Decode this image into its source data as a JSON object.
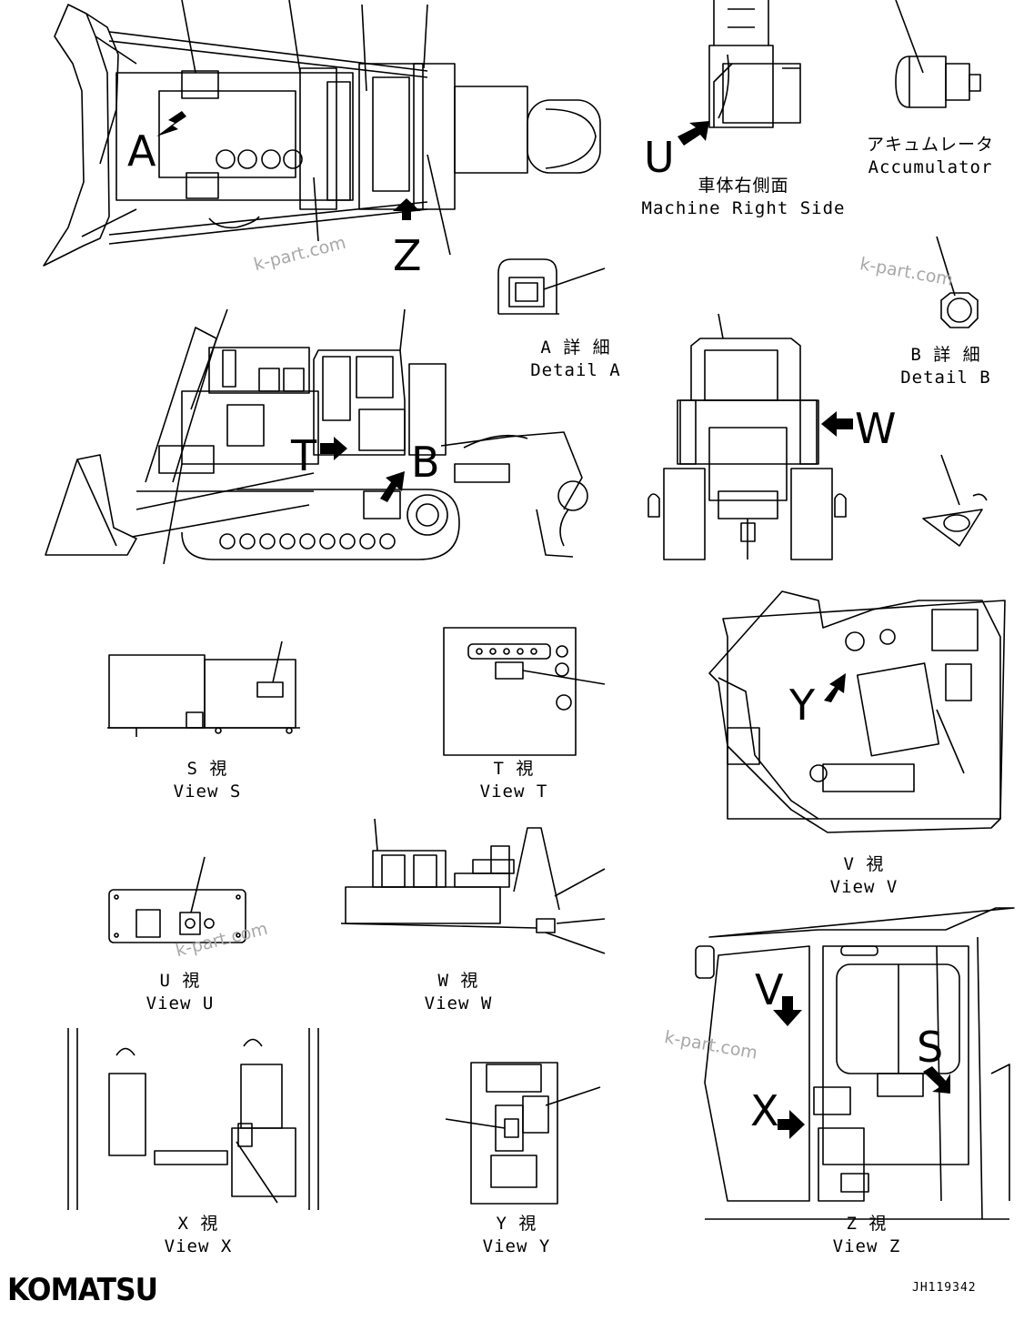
{
  "brand": "KOMATSU",
  "drawing_code": "JH119342",
  "watermark": "k-part.com",
  "views": {
    "machine_right_side": {
      "jp": "車体右側面",
      "en": "Machine Right Side"
    },
    "accumulator": {
      "jp": "アキュムレータ",
      "en": "Accumulator"
    },
    "detail_a": {
      "jp": "A 詳 細",
      "en": "Detail A"
    },
    "detail_b": {
      "jp": "B 詳 細",
      "en": "Detail B"
    },
    "view_s": {
      "jp": "S 視",
      "en": "View S"
    },
    "view_t": {
      "jp": "T 視",
      "en": "View T"
    },
    "view_u": {
      "jp": "U 視",
      "en": "View U"
    },
    "view_w": {
      "jp": "W 視",
      "en": "View W"
    },
    "view_v": {
      "jp": "V 視",
      "en": "View V"
    },
    "view_x": {
      "jp": "X 視",
      "en": "View X"
    },
    "view_y": {
      "jp": "Y 視",
      "en": "View Y"
    },
    "view_z": {
      "jp": "Z 視",
      "en": "View Z"
    }
  },
  "markers": {
    "a": "A",
    "z": "Z",
    "u": "U",
    "t": "T",
    "b": "B",
    "w": "W",
    "y": "Y",
    "v": "V",
    "s": "S",
    "x": "X"
  }
}
